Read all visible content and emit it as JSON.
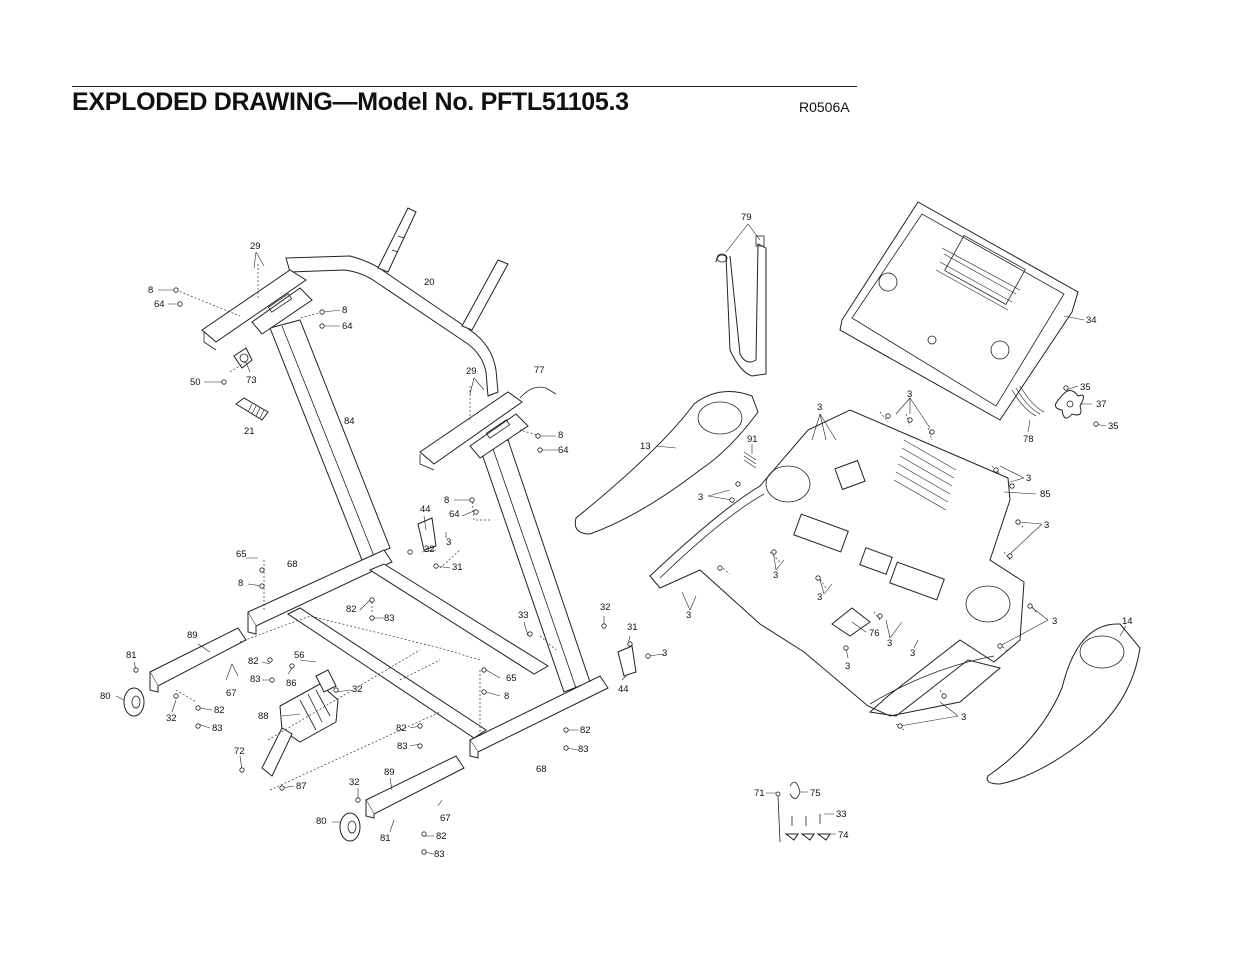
{
  "header": {
    "title": "EXPLODED DRAWING—Model No. PFTL51105.3",
    "code": "R0506A"
  },
  "labels": {
    "l29a": "29",
    "l8a": "8",
    "l64a": "64",
    "l20": "20",
    "l8b": "8",
    "l64b": "64",
    "l50": "50",
    "l73": "73",
    "l21": "21",
    "l84": "84",
    "l29b": "29",
    "l77": "77",
    "l8c": "8",
    "l64c": "64",
    "l8d": "8",
    "l64d": "64",
    "l44a": "44",
    "l3a": "3",
    "l32a": "32",
    "l31a": "31",
    "l65a": "65",
    "l68a": "68",
    "l8e": "8",
    "l82a": "82",
    "l83a": "83",
    "l33a": "33",
    "l32b": "32",
    "l31b": "31",
    "l3b": "3",
    "l89a": "89",
    "l81a": "81",
    "l56": "56",
    "l82b": "82",
    "l83b": "83",
    "l86": "86",
    "l67a": "67",
    "l65b": "65",
    "l8f": "8",
    "l44b": "44",
    "l80a": "80",
    "l32c": "32",
    "l82c": "82",
    "l83c": "83",
    "l32d": "32",
    "l88": "88",
    "l82d": "82",
    "l83d": "83",
    "l82e": "82",
    "l83e": "83",
    "l72": "72",
    "l68b": "68",
    "l87": "87",
    "l89b": "89",
    "l32e": "32",
    "l80b": "80",
    "l67b": "67",
    "l81b": "81",
    "l82f": "82",
    "l83f": "83",
    "l79": "79",
    "l34": "34",
    "l35a": "35",
    "l37": "37",
    "l35b": "35",
    "l78": "78",
    "l13": "13",
    "l91": "91",
    "l3c": "3",
    "l3d": "3",
    "l3e": "3",
    "l85": "85",
    "l3f": "3",
    "l3g": "3",
    "l3h": "3",
    "l3i": "3",
    "l3j": "3",
    "l76": "76",
    "l3k": "3",
    "l3l": "3",
    "l3m": "3",
    "l3n": "3",
    "l14": "14",
    "l3o": "3",
    "l71": "71",
    "l75": "75",
    "l33b": "33",
    "l74": "74"
  }
}
